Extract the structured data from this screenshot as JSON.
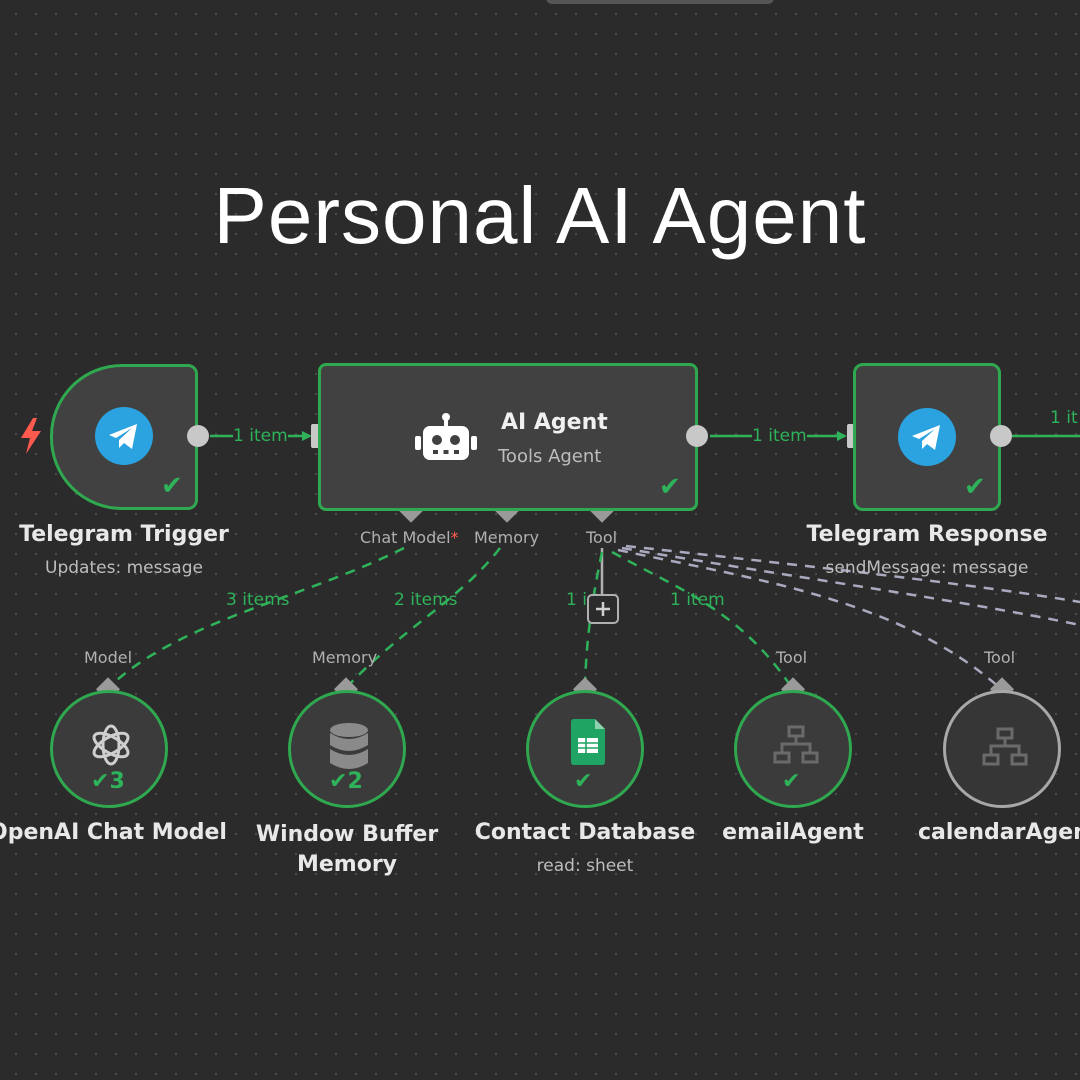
{
  "title": "Personal AI Agent",
  "colors": {
    "background": "#2b2b2b",
    "success": "#2fa84f",
    "telegram": "#2aa3e0",
    "trigger": "#ff5a4e",
    "dash_gray": "#a9a9c0"
  },
  "connections": {
    "trigger_to_agent": "1 item",
    "agent_to_response": "1 item",
    "response_out": "1 it",
    "model": "3 items",
    "memory": "2 items",
    "contact_db": "1 i",
    "email": "1 item"
  },
  "nodes": {
    "telegram_trigger": {
      "name": "Telegram Trigger",
      "subtitle": "Updates: message",
      "icon": "telegram-icon",
      "trigger_icon": "lightning-bolt-icon"
    },
    "ai_agent": {
      "name": "AI Agent",
      "subtitle": "Tools Agent",
      "icon": "robot-icon",
      "ports": {
        "chat_model": "Chat Model",
        "required_mark": "*",
        "memory": "Memory",
        "tool": "Tool"
      }
    },
    "telegram_response": {
      "name": "Telegram Response",
      "subtitle": "sendMessage: message",
      "icon": "telegram-icon"
    },
    "openai_chat_model": {
      "name": "OpenAI Chat Model",
      "port": "Model",
      "badge": "3",
      "icon": "openai-icon"
    },
    "window_buffer_memory": {
      "name_line1": "Window Buffer",
      "name_line2": "Memory",
      "port": "Memory",
      "badge": "2",
      "icon": "database-icon"
    },
    "contact_database": {
      "name": "Contact Database",
      "subtitle": "read: sheet",
      "icon": "google-sheets-icon"
    },
    "email_agent": {
      "name": "emailAgent",
      "port": "Tool",
      "icon": "sitemap-icon"
    },
    "calendar_agent": {
      "name": "calendarAgent",
      "port": "Tool",
      "icon": "sitemap-icon"
    }
  }
}
